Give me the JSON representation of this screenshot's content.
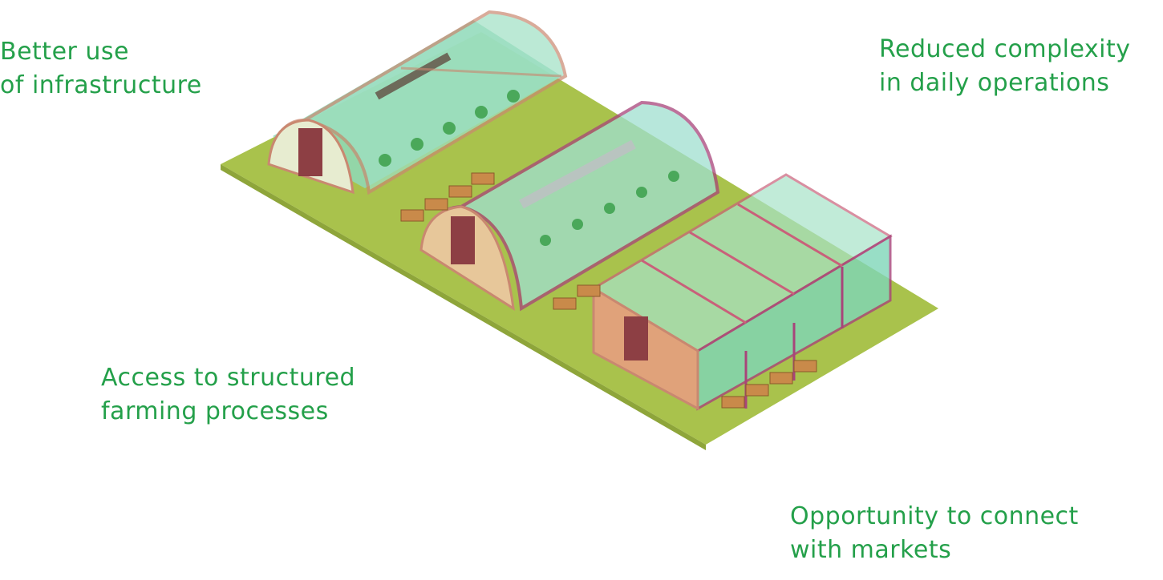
{
  "benefits": [
    {
      "line1": "Better use",
      "line2": "of infrastructure"
    },
    {
      "line1": "Reduced complexity",
      "line2": "in daily operations"
    },
    {
      "line1": "Access to structured",
      "line2": "farming processes"
    },
    {
      "line1": "Opportunity to connect",
      "line2": "with markets"
    }
  ],
  "colors": {
    "text": "#24a04a",
    "ground": "#a9c24c",
    "glass": "#7fd6b8",
    "frame": "#c9706a"
  }
}
